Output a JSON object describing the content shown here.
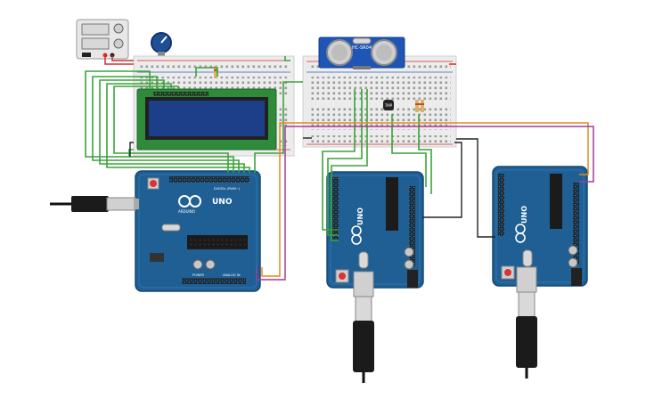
{
  "board_labels": {
    "uno": "UNO",
    "brand": "ARDUINO",
    "digital": "DIGITAL (PWM~)",
    "analog": "ANALOG IN",
    "power": "POWER"
  },
  "sensor": {
    "label": "HC-SR04"
  },
  "chip": {
    "label": "TMP"
  },
  "colors": {
    "board": "#1f5f94",
    "board_edge": "#164a74",
    "breadboard": "#ececec",
    "lcd_bezel": "#2e8b3a",
    "lcd_screen": "#1d3f8a",
    "wire_green": "#3aa43a",
    "wire_orange": "#e58a1f",
    "wire_purple": "#a43a9c",
    "wire_black": "#222222",
    "wire_red": "#d22d2d",
    "sensor": "#1f55b5"
  }
}
